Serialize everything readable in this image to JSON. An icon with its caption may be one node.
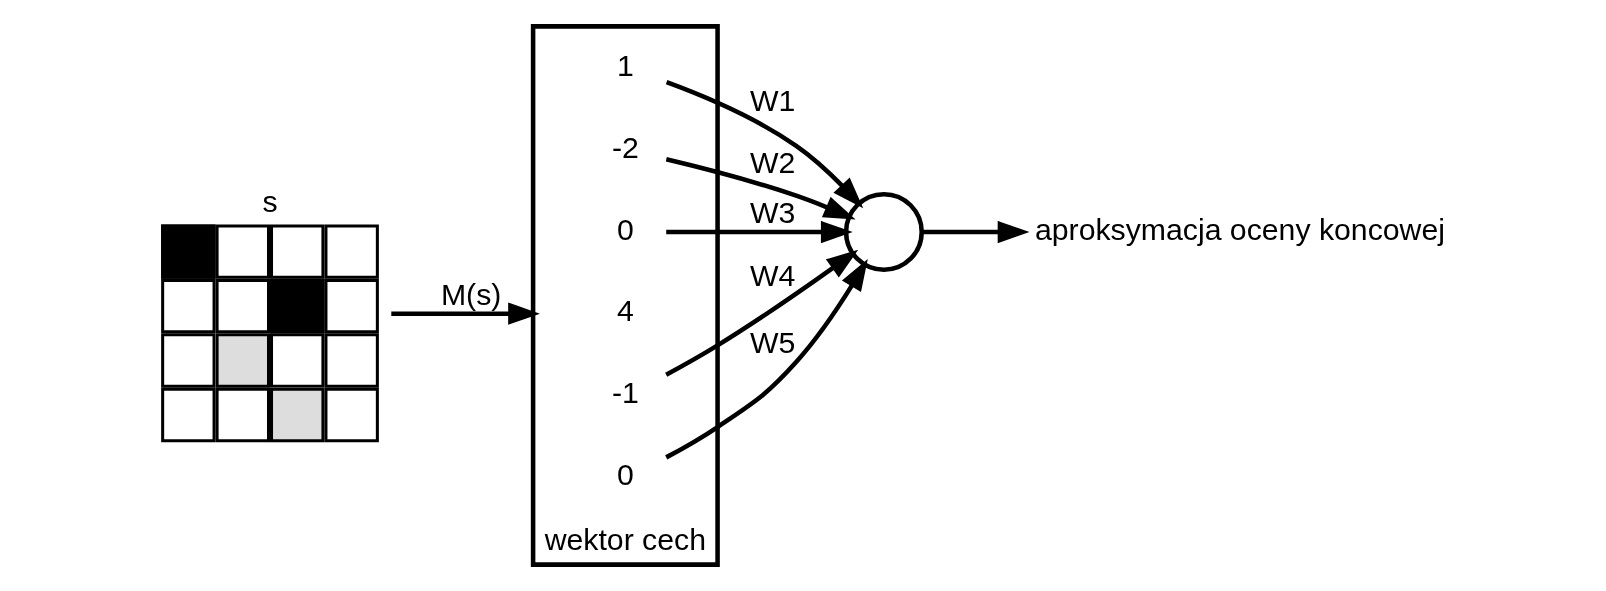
{
  "diagram": {
    "nodes": [
      {
        "text": [
          "s"
        ]
      },
      {
        "text": [
          "wektor cech"
        ]
      },
      {
        "text": [
          "1"
        ],
        "in": 1
      },
      {
        "text": [
          "-2"
        ],
        "in": 1
      },
      {
        "text": [
          "0"
        ],
        "in": 1
      },
      {
        "text": [
          "4"
        ],
        "in": 1
      },
      {
        "text": [
          "-1"
        ],
        "in": 1
      },
      {
        "text": [
          "0"
        ],
        "in": 1
      },
      {
        "text": [],
        "shape": "circle"
      },
      {
        "text": [
          "aproksymacja oceny koncowej"
        ]
      }
    ],
    "edges": [
      {
        "from": 0,
        "to": 1,
        "arrow": "to",
        "label": "M(s)"
      },
      {
        "from": 2,
        "to": 8,
        "arrow": "to",
        "label": "W1"
      },
      {
        "from": 3,
        "to": 8,
        "arrow": "to",
        "label": "W2"
      },
      {
        "from": 4,
        "to": 8,
        "arrow": "to",
        "label": "W3"
      },
      {
        "from": 6,
        "to": 8,
        "arrow": "to",
        "label": "W4"
      },
      {
        "from": 7,
        "to": 8,
        "arrow": "to",
        "label": "W5"
      },
      {
        "from": 8,
        "to": 9,
        "arrow": "to"
      }
    ]
  }
}
